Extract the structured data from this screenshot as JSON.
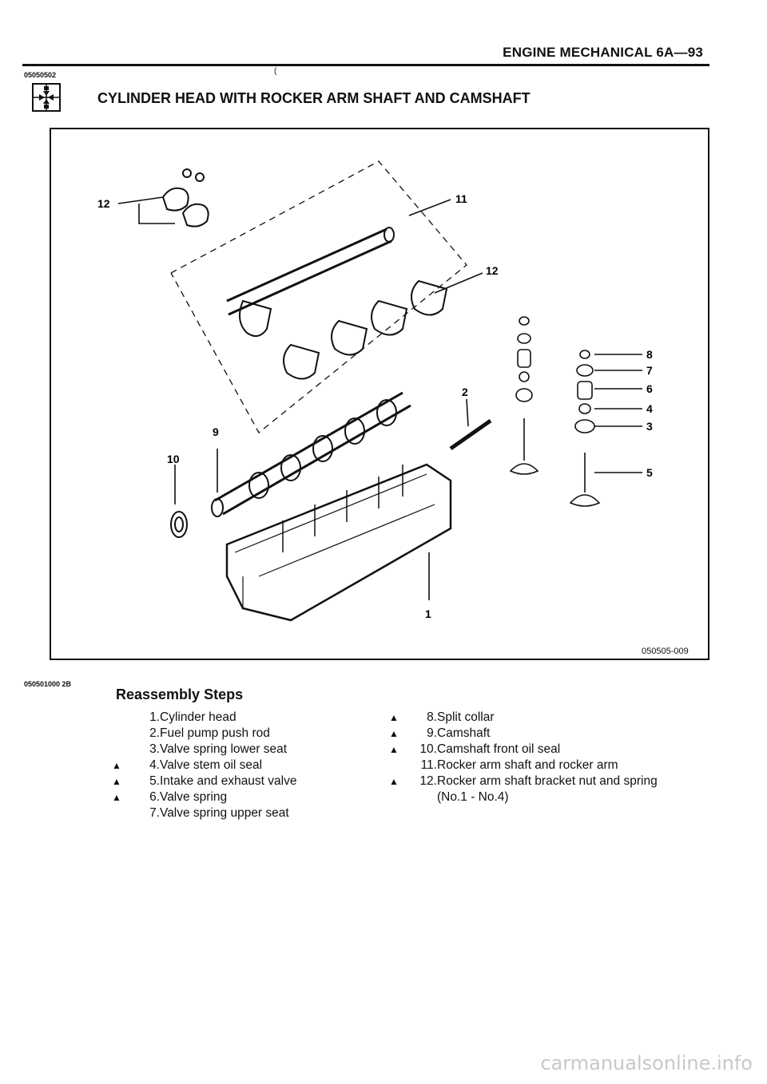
{
  "header": {
    "title": "ENGINE MECHANICAL 6A—93",
    "doc_code": "05050502",
    "tiny_mark": "("
  },
  "section": {
    "title": "CYLINDER HEAD WITH ROCKER ARM SHAFT AND CAMSHAFT",
    "icon": "disassembly-icon"
  },
  "figure": {
    "id": "050505-009",
    "callouts": [
      "12",
      "11",
      "12",
      "2",
      "9",
      "10",
      "1",
      "8",
      "7",
      "6",
      "4",
      "3",
      "5"
    ]
  },
  "steps": {
    "code": "050501000 2B",
    "title": "Reassembly Steps",
    "left": [
      {
        "marker": "",
        "num": "1.",
        "text": "Cylinder head"
      },
      {
        "marker": "",
        "num": "2.",
        "text": "Fuel pump push rod"
      },
      {
        "marker": "",
        "num": "3.",
        "text": "Valve spring lower seat"
      },
      {
        "marker": "▲",
        "num": "4.",
        "text": "Valve stem oil seal"
      },
      {
        "marker": "▲",
        "num": "5.",
        "text": "Intake and exhaust valve"
      },
      {
        "marker": "▲",
        "num": "6.",
        "text": "Valve spring"
      },
      {
        "marker": "",
        "num": "7.",
        "text": "Valve spring upper seat"
      }
    ],
    "right": [
      {
        "marker": "▲",
        "num": "8.",
        "text": "Split collar"
      },
      {
        "marker": "▲",
        "num": "9.",
        "text": "Camshaft"
      },
      {
        "marker": "▲",
        "num": "10.",
        "text": "Camshaft front oil seal"
      },
      {
        "marker": "",
        "num": "11.",
        "text": "Rocker arm shaft and rocker arm"
      },
      {
        "marker": "▲",
        "num": "12.",
        "text": "Rocker arm shaft bracket nut and spring (No.1 - No.4)"
      }
    ]
  },
  "watermark": "carmanualsonline.info"
}
